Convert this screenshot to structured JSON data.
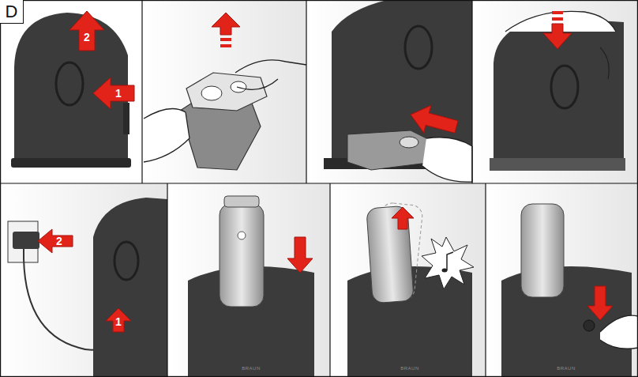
{
  "diagram": {
    "nodes": [
      {
        "text": [
          "D"
        ]
      }
    ],
    "labels": [
      "2",
      "1",
      "1",
      "2",
      "BRAUN",
      "BRAUN",
      "BRAUN"
    ]
  }
}
